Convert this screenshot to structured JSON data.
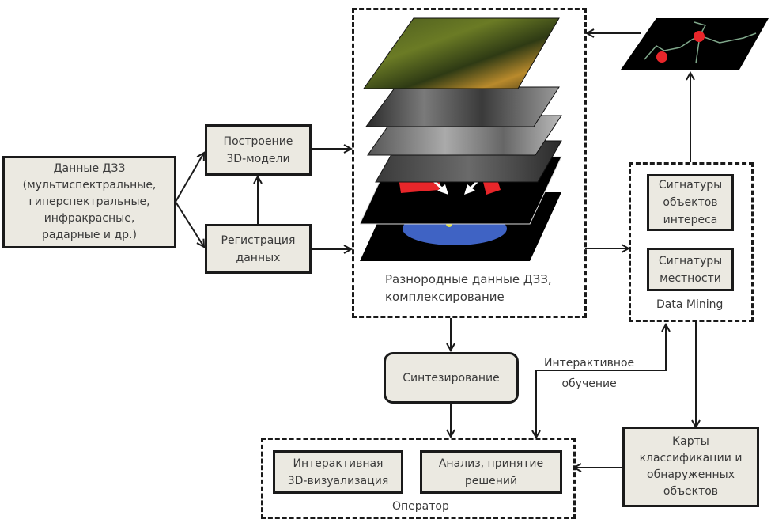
{
  "nodes": {
    "rs_data": "Данные  ДЗЗ\n(мультиспектральные,\nгиперспектральные,\nинфракрасные,\nрадарные и др.)",
    "model3d": "Построение\n3D-модели",
    "registration": "Регистрация\nданных",
    "fusion_caption": "Разнородные данные ДЗЗ,\nкомплексирование",
    "sig_objects": "Сигнатуры\nобъектов\nинтереса",
    "sig_terrain": "Сигнатуры\nместности",
    "data_mining": "Data Mining",
    "synthesis": "Синтезирование",
    "interactive_learning": "Интерактивное\nобучение",
    "vis3d": "Интерактивная\n3D-визуализация",
    "analysis": "Анализ, принятие\nрешений",
    "operator": "Оператор",
    "maps": "Карты\nклассификации и\nобнаруженных\nобъектов"
  },
  "colors": {
    "box_fill": "#ebe9e1",
    "line": "#1a1a1a",
    "red_region": "#e8262a",
    "blue_region": "#3f63c4",
    "yellow_dot": "#e0e04a",
    "network_line": "#7fa78a"
  }
}
